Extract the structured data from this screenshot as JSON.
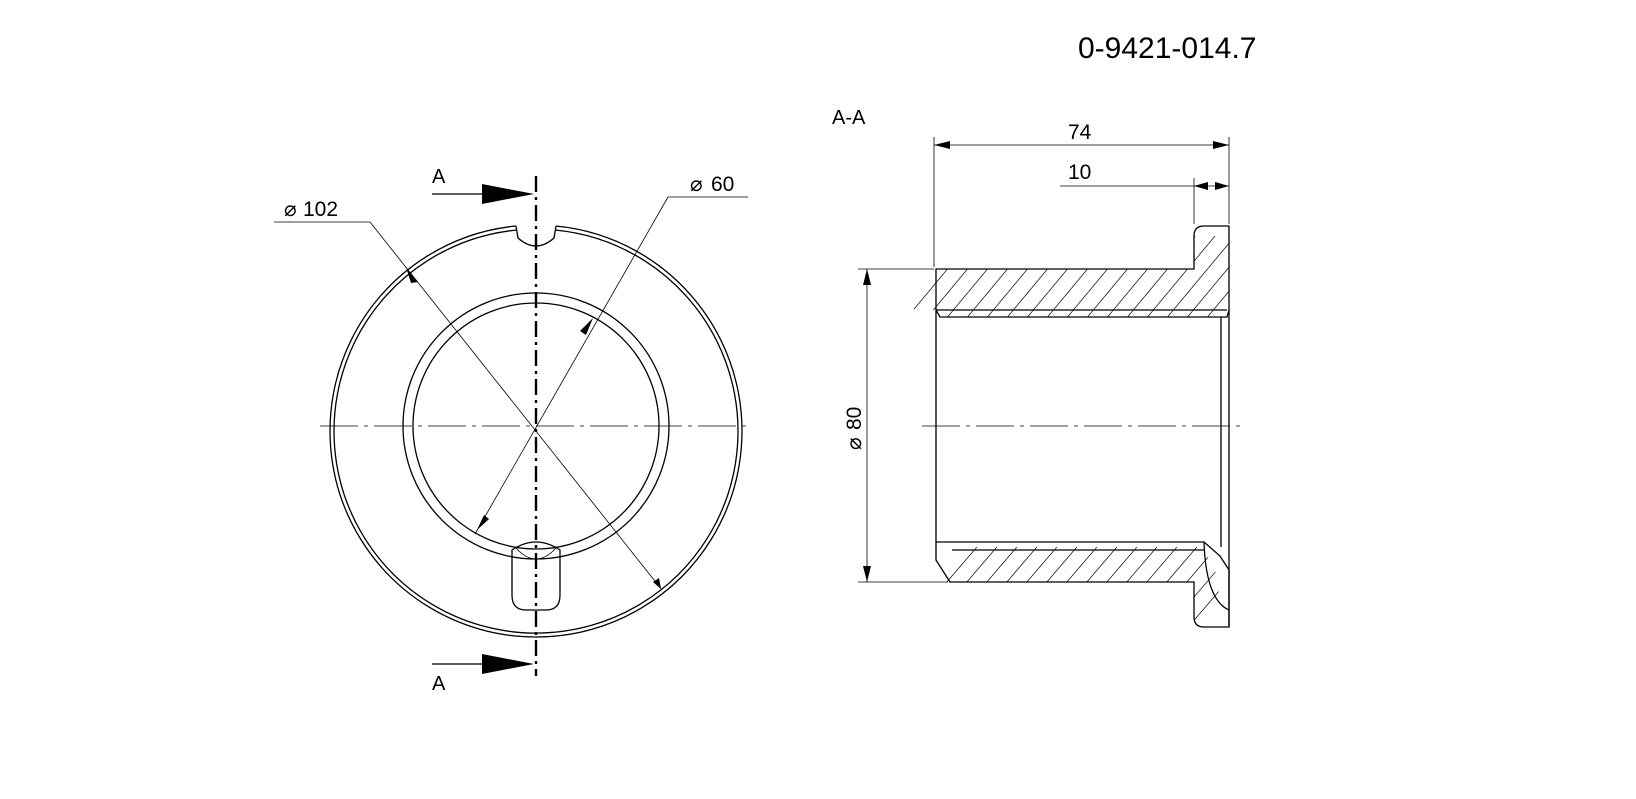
{
  "title_block": {
    "drawing_number": "0-9421-014.7"
  },
  "front_view": {
    "section_marker_top": "A",
    "section_marker_bottom": "A",
    "dim_outer_diameter": "102",
    "dim_inner_diameter": "60",
    "diameter_symbol": "⌀"
  },
  "section_view": {
    "section_label": "A-A",
    "dim_total_length": "74",
    "dim_flange_width": "10",
    "dim_bore_diameter": "80",
    "diameter_symbol": "⌀"
  }
}
